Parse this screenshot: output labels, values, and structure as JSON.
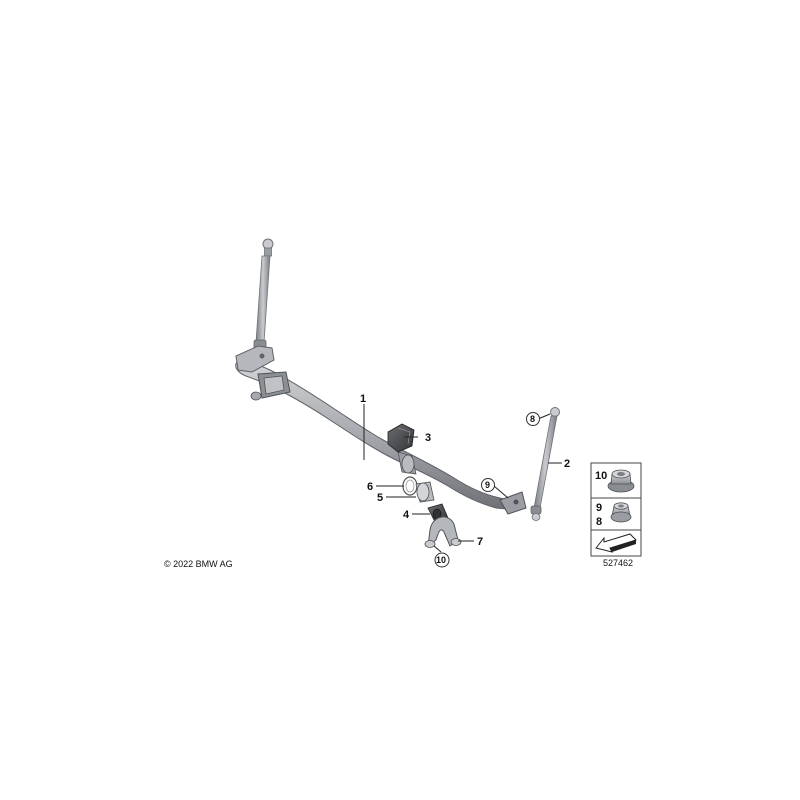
{
  "diagram": {
    "copyright": "© 2022 BMW AG",
    "document_number": "527462",
    "callouts": [
      {
        "id": "1",
        "label": "1"
      },
      {
        "id": "2",
        "label": "2"
      },
      {
        "id": "3",
        "label": "3"
      },
      {
        "id": "4",
        "label": "4"
      },
      {
        "id": "5",
        "label": "5"
      },
      {
        "id": "6",
        "label": "6"
      },
      {
        "id": "7",
        "label": "7"
      },
      {
        "id": "8",
        "label": "8"
      },
      {
        "id": "9",
        "label": "9"
      },
      {
        "id": "10",
        "label": "10"
      }
    ],
    "legend": {
      "items": [
        {
          "label": "10"
        },
        {
          "label": "9"
        },
        {
          "label": "8"
        }
      ],
      "nav_icon": "arrow-icon"
    },
    "colors": {
      "part_body": "#a9acb0",
      "part_shadow": "#6f7277",
      "part_highlight": "#d6d8db",
      "rubber": "#4a4c50"
    }
  }
}
